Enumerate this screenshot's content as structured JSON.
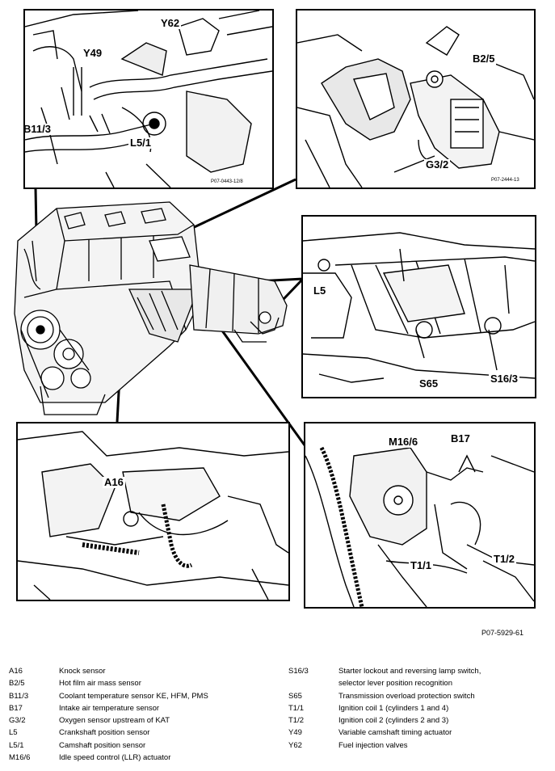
{
  "panels": {
    "top_left": {
      "callouts": [
        "Y62",
        "Y49",
        "B11/3",
        "L5/1"
      ],
      "ref": "P07-0443-12/8"
    },
    "top_right": {
      "callouts": [
        "B2/5",
        "G3/2"
      ],
      "ref": "P07-2444-13"
    },
    "middle_right": {
      "callouts": [
        "L5",
        "S65",
        "S16/3"
      ]
    },
    "bottom_left": {
      "callouts": [
        "A16"
      ]
    },
    "bottom_right": {
      "callouts": [
        "M16/6",
        "B17",
        "T1/1",
        "T1/2"
      ]
    }
  },
  "figure_ref": "P07-5929-61",
  "legend": {
    "left": [
      {
        "code": "A16",
        "desc": "Knock sensor"
      },
      {
        "code": "B2/5",
        "desc": "Hot film air mass sensor"
      },
      {
        "code": "B11/3",
        "desc": "Coolant temperature sensor KE, HFM, PMS"
      },
      {
        "code": "B17",
        "desc": "Intake air temperature sensor"
      },
      {
        "code": "G3/2",
        "desc": "Oxygen sensor upstream of KAT"
      },
      {
        "code": "L5",
        "desc": "Crankshaft position sensor"
      },
      {
        "code": "L5/1",
        "desc": "Camshaft position sensor"
      },
      {
        "code": "M16/6",
        "desc": "Idle speed control (LLR) actuator"
      }
    ],
    "right": [
      {
        "code": "S16/3",
        "desc": "Starter lockout and reversing lamp switch, selector lever position recognition"
      },
      {
        "code": "S65",
        "desc": "Transmission overload protection switch"
      },
      {
        "code": "T1/1",
        "desc": "Ignition coil 1 (cylinders 1 and 4)"
      },
      {
        "code": "T1/2",
        "desc": "Ignition coil 2 (cylinders 2 and 3)"
      },
      {
        "code": "Y49",
        "desc": "Variable camshaft timing actuator"
      },
      {
        "code": "Y62",
        "desc": "Fuel injection valves"
      }
    ]
  }
}
